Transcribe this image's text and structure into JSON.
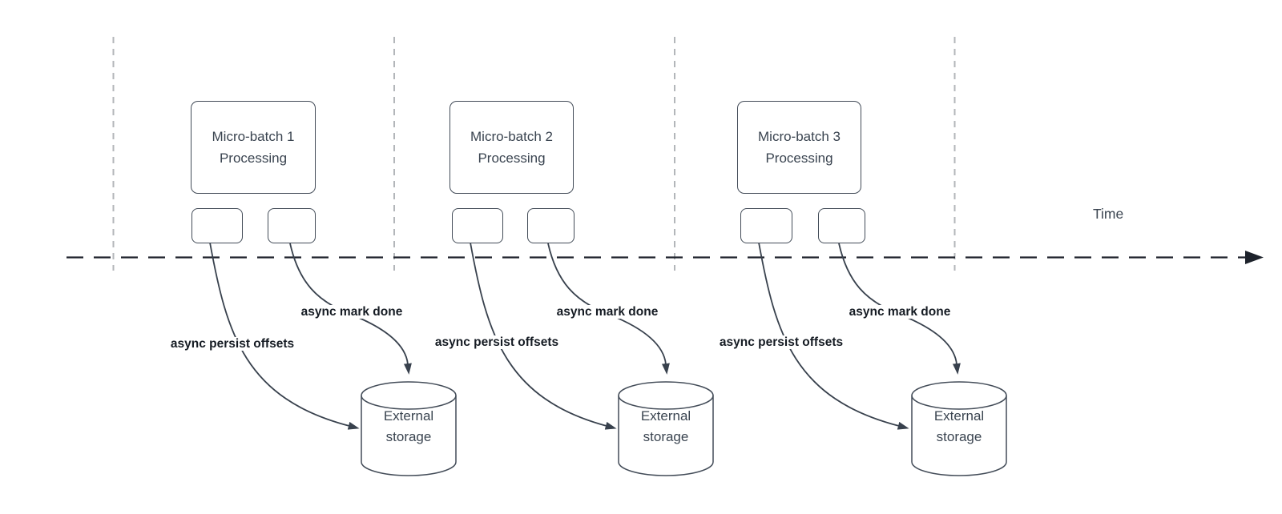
{
  "diagram": {
    "time_axis": {
      "label": "Time"
    },
    "colors": {
      "flow_line": "#38414d",
      "timeline": "#1d222b",
      "gridline": "#b3b6ba",
      "shape_border": "#434c58",
      "shape_text": "#3a4450",
      "flow_label_text": "#151b23"
    },
    "batches": [
      {
        "title": "Micro-batch 1 Processing",
        "persist_label": "async persist offsets",
        "done_label": "async mark done",
        "storage_label": "External storage"
      },
      {
        "title": "Micro-batch 2 Processing",
        "persist_label": "async persist offsets",
        "done_label": "async mark done",
        "storage_label": "External storage"
      },
      {
        "title": "Micro-batch 3 Processing",
        "persist_label": "async persist offsets",
        "done_label": "async mark done",
        "storage_label": "External storage"
      }
    ]
  }
}
